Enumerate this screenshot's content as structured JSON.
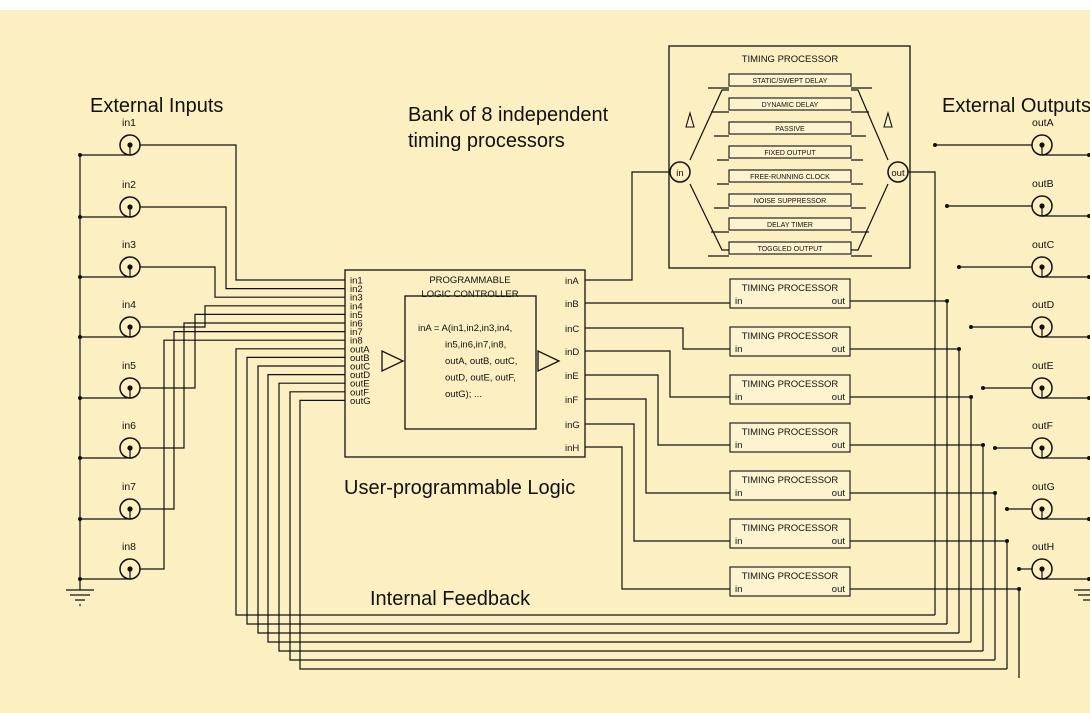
{
  "titles": {
    "external_inputs": "External Inputs",
    "external_outputs": "External Outputs",
    "bank_line1": "Bank of 8 independent",
    "bank_line2": "timing processors",
    "user_logic": "User-programmable Logic",
    "internal_feedback": "Internal Feedback"
  },
  "input_jacks": [
    "in1",
    "in2",
    "in3",
    "in4",
    "in5",
    "in6",
    "in7",
    "in8"
  ],
  "output_jacks": [
    "outA",
    "outB",
    "outC",
    "outD",
    "outE",
    "outF",
    "outG",
    "outH"
  ],
  "plc": {
    "title_line1": "PROGRAMMABLE",
    "title_line2": "LOGIC CONTROLLER",
    "left_pins": [
      "in1",
      "in2",
      "in3",
      "in4",
      "in5",
      "in6",
      "in7",
      "in8",
      "outA",
      "outB",
      "outC",
      "outD",
      "outE",
      "outF",
      "outG"
    ],
    "right_pins": [
      "inA",
      "inB",
      "inC",
      "inD",
      "inE",
      "inF",
      "inG",
      "inH"
    ],
    "formula": [
      "inA = A(in1,in2,in3,in4,",
      "in5,in6,in7,in8,",
      "outA, outB, outC,",
      "outD, outE, outF,",
      "outG); ..."
    ]
  },
  "timing_detail": {
    "title": "TIMING PROCESSOR",
    "in_label": "in",
    "out_label": "out",
    "modes": [
      "STATIC/SWEPT DELAY",
      "DYNAMIC DELAY",
      "PASSIVE",
      "FIXED OUTPUT",
      "FREE-RUNNING CLOCK",
      "NOISE SUPPRESSOR",
      "DELAY TIMER",
      "TOGGLED OUTPUT"
    ]
  },
  "small_processor": {
    "title": "TIMING PROCESSOR",
    "in_label": "in",
    "out_label": "out"
  }
}
